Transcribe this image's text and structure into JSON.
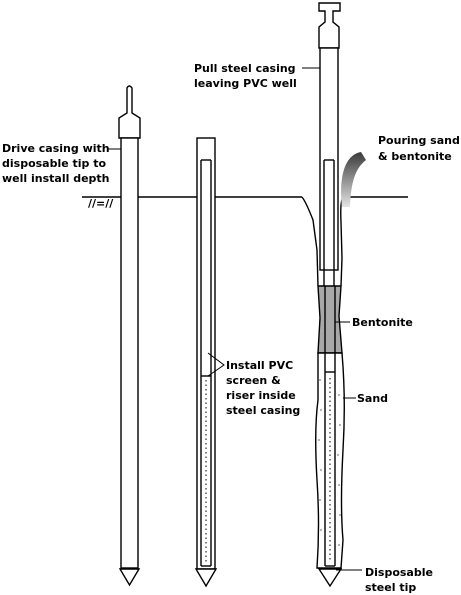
{
  "labels": {
    "drive_casing": [
      "Drive casing with",
      "disposable tip to",
      "well install depth"
    ],
    "pull_casing": [
      "Pull steel casing",
      "leaving PVC well"
    ],
    "pouring": [
      "Pouring sand",
      "& bentonite"
    ],
    "bentonite": "Bentonite",
    "install_pvc": [
      "Install PVC",
      "screen &",
      "riser inside",
      "steel casing"
    ],
    "sand": "Sand",
    "disposable_tip": [
      "Disposable",
      "steel tip"
    ]
  },
  "ground_symbol": "//=//",
  "colors": {
    "line": "#000000",
    "bentonite_fill": "#a8a8a8",
    "pour_gradient_start": "#3a3a3a",
    "pour_gradient_end": "#e0e0e0"
  }
}
